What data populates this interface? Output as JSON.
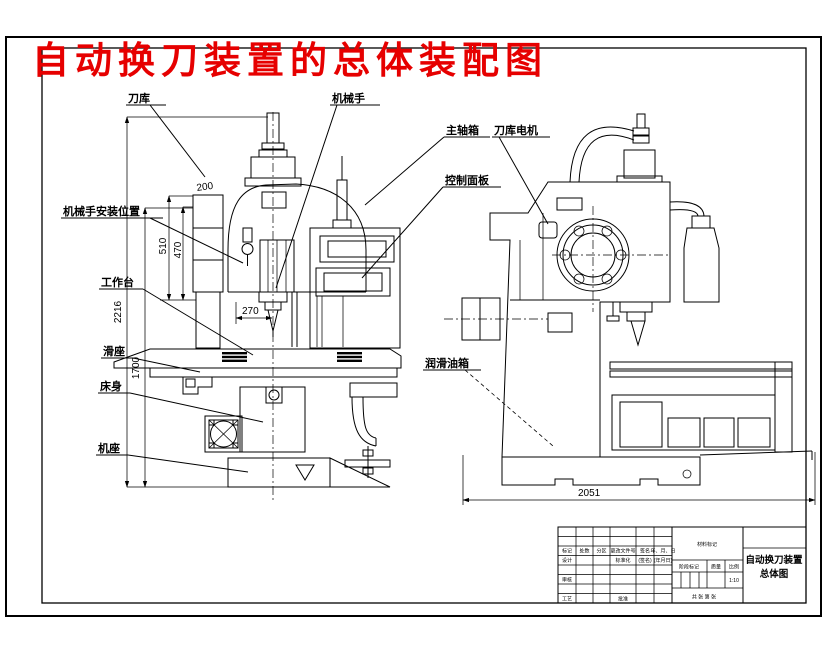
{
  "title": {
    "text": "自动换刀装置的总体装配图",
    "color": "#e60000"
  },
  "labels": {
    "tool_magazine": "刀库",
    "manipulator": "机械手",
    "spindle_box": "主轴箱",
    "magazine_motor": "刀库电机",
    "control_panel": "控制面板",
    "manipulator_mount_position": "机械手安装位置",
    "worktable": "工作台",
    "slide_seat": "滑座",
    "bed": "床身",
    "machine_base": "机座",
    "lube_oil_tank": "润滑油箱"
  },
  "dimensions": {
    "magazine_width": "200",
    "magazine_h1": "510",
    "magazine_h2": "470",
    "spindle_offset": "270",
    "total_height": "2216",
    "mid_height": "1700",
    "base_length": "2051"
  },
  "title_block": {
    "material_mark": "材料标记",
    "drawing_title_line1": "自动换刀装置",
    "drawing_title_line2": "总体图",
    "header": {
      "mark": "标记",
      "count": "处数",
      "zone": "分区",
      "change_file_no": "更改文件号",
      "signature": "签名",
      "date": "年、月、日"
    },
    "rows": {
      "design": "设计",
      "standardization": "标准化",
      "sig": "(签名)",
      "date2": "(年月日)",
      "review": "审核",
      "process": "工艺",
      "approve": "批准"
    },
    "stage_mark": "阶段标记",
    "weight": "质量",
    "scale_label": "比例",
    "scale_value": "1:10",
    "sheet_note": "共  张  第  张"
  }
}
